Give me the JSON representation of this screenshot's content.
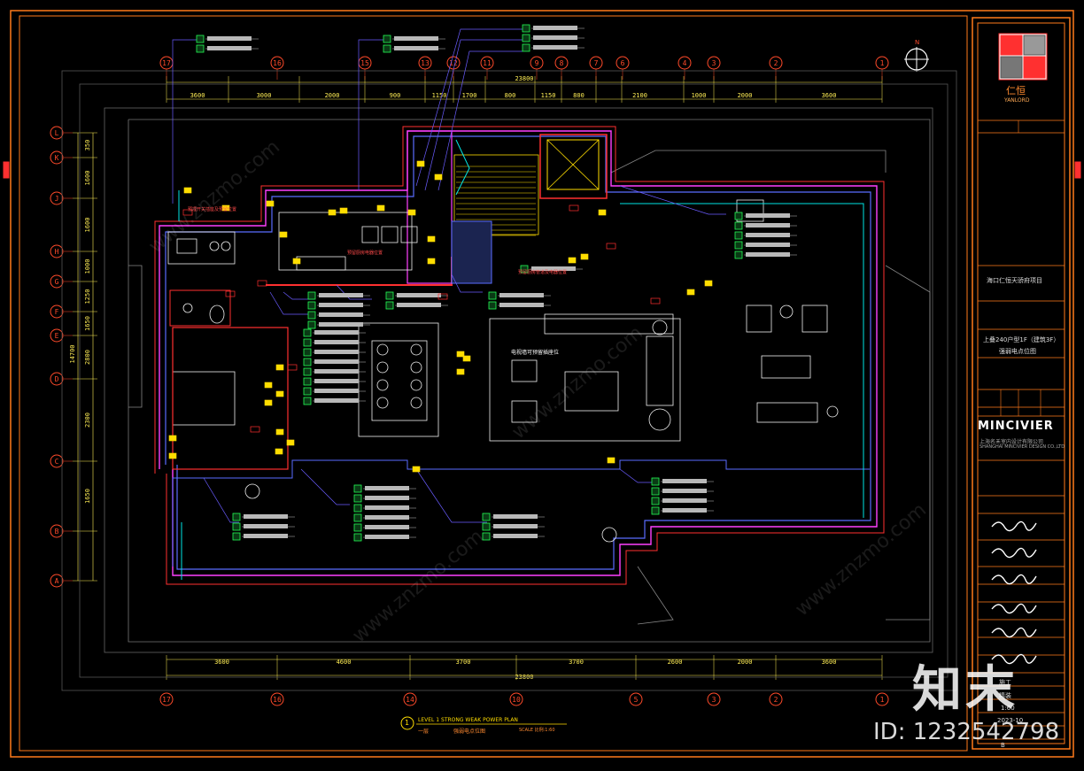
{
  "colors": {
    "background": "#000000",
    "frame": "#ff7a1a",
    "grid_bubble": "#ff4a2a",
    "dim": "#ffee55",
    "wall_red": "#ff3030",
    "wall_magenta": "#ff40ff",
    "wall_blue": "#5a6cff",
    "cyan": "#00e5e5",
    "yellow": "#ffdd00",
    "leader": "#6a5cff",
    "green": "#22ff55",
    "white": "#f0f0f0"
  },
  "grid": {
    "top_axes": [
      "17",
      "16",
      "15",
      "13",
      "12",
      "11",
      "9",
      "8",
      "7",
      "6",
      "4",
      "3",
      "2",
      "1"
    ],
    "bottom_axes": [
      "17",
      "16",
      "14",
      "10",
      "5",
      "3",
      "2",
      "1"
    ],
    "left_axes": [
      "L",
      "K",
      "J",
      "H",
      "G",
      "F",
      "E",
      "D",
      "C",
      "B",
      "A"
    ]
  },
  "dimensions": {
    "top_total": "23800",
    "top_segments": [
      "3600",
      "3000",
      "2000",
      "900",
      "1150",
      "1700",
      "800",
      "1150",
      "800",
      "2100",
      "1000",
      "2000",
      "3600"
    ],
    "bottom_total": "23800",
    "bottom_segments": [
      "3600",
      "4600",
      "3700",
      "3700",
      "2600",
      "2000",
      "3600"
    ],
    "left_total": "14700",
    "left_segments": [
      "350",
      "1600",
      "1600",
      "1000",
      "1250",
      "1650",
      "2800",
      "2300",
      "1650"
    ]
  },
  "room_labels": {
    "tv_wall": "电视墙可预留插座位",
    "kitchen_note": "预埋开关插座及预留位置",
    "range_note": "预留厨房电器位置",
    "entry_note": "预留厨房管道及电器位置"
  },
  "plan_title": {
    "number": "1",
    "title_en": "LEVEL 1    STRONG WEAK POWER PLAN",
    "title_cn": "一层",
    "subtitle_cn": "强弱电点位图",
    "scale": "SCALE 比例:1:60"
  },
  "compass": {
    "label": "N"
  },
  "title_block": {
    "company_cn": "仁恒",
    "company_en": "YANLORD",
    "project_name": "海口仁恒天骄府项目",
    "drawing_scope": "上叠240户型1F（建筑3F）",
    "drawing_name": "强弱电点位图",
    "firm_logo": "MINCIVIER",
    "firm_name_line1": "上海名禾室内设计有限公司",
    "firm_name_line2": "SHANGHAI MINCIVIER DESIGN CO.,LTD",
    "stage": "施工",
    "drawing_type": "精装",
    "scale": "1:60",
    "date": "2023-10",
    "sheet": "B"
  },
  "watermark": {
    "brand_cn": "知末",
    "id_label": "ID: 1232542798",
    "site_text": "www.znzmo.com"
  }
}
